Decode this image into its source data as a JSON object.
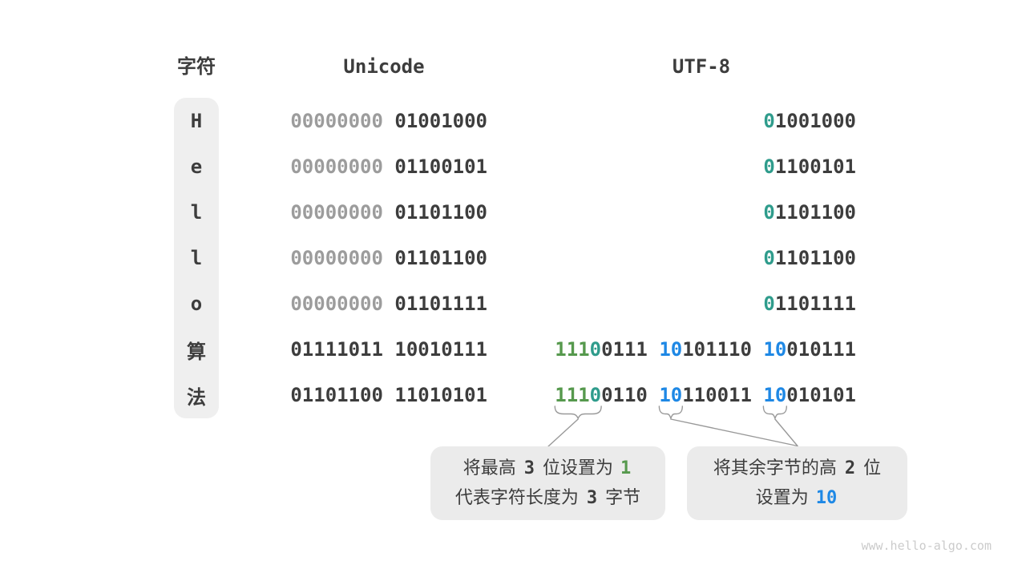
{
  "page": {
    "watermark": "www.hello-algo.com"
  },
  "colors": {
    "dark": "#3d3d3d",
    "gray": "#9c9c9c",
    "green": "#56994d",
    "teal": "#2f9c8c",
    "blue": "#1e88e5",
    "box_bg": "#ebebeb",
    "pill_bg": "#efefef",
    "connector": "#999999"
  },
  "header": {
    "char_label": "字符",
    "unicode_label": "Unicode",
    "utf8_label": "UTF-8"
  },
  "rows": [
    {
      "char": "H",
      "unicode": [
        {
          "text": "00000000 ",
          "color": "gray"
        },
        {
          "text": "01001000",
          "color": "dark"
        }
      ],
      "utf8": [
        {
          "text": "0",
          "color": "teal"
        },
        {
          "text": "1001000",
          "color": "dark"
        }
      ]
    },
    {
      "char": "e",
      "unicode": [
        {
          "text": "00000000 ",
          "color": "gray"
        },
        {
          "text": "01100101",
          "color": "dark"
        }
      ],
      "utf8": [
        {
          "text": "0",
          "color": "teal"
        },
        {
          "text": "1100101",
          "color": "dark"
        }
      ]
    },
    {
      "char": "l",
      "unicode": [
        {
          "text": "00000000 ",
          "color": "gray"
        },
        {
          "text": "01101100",
          "color": "dark"
        }
      ],
      "utf8": [
        {
          "text": "0",
          "color": "teal"
        },
        {
          "text": "1101100",
          "color": "dark"
        }
      ]
    },
    {
      "char": "l",
      "unicode": [
        {
          "text": "00000000 ",
          "color": "gray"
        },
        {
          "text": "01101100",
          "color": "dark"
        }
      ],
      "utf8": [
        {
          "text": "0",
          "color": "teal"
        },
        {
          "text": "1101100",
          "color": "dark"
        }
      ]
    },
    {
      "char": "o",
      "unicode": [
        {
          "text": "00000000 ",
          "color": "gray"
        },
        {
          "text": "01101111",
          "color": "dark"
        }
      ],
      "utf8": [
        {
          "text": "0",
          "color": "teal"
        },
        {
          "text": "1101111",
          "color": "dark"
        }
      ]
    },
    {
      "char": "算",
      "unicode": [
        {
          "text": "01111011 10010111",
          "color": "dark"
        }
      ],
      "utf8": [
        {
          "text": "111",
          "color": "green"
        },
        {
          "text": "0",
          "color": "teal"
        },
        {
          "text": "0111 ",
          "color": "dark"
        },
        {
          "text": "10",
          "color": "blue"
        },
        {
          "text": "101110 ",
          "color": "dark"
        },
        {
          "text": "10",
          "color": "blue"
        },
        {
          "text": "010111",
          "color": "dark"
        }
      ]
    },
    {
      "char": "法",
      "unicode": [
        {
          "text": "01101100 11010101",
          "color": "dark"
        }
      ],
      "utf8": [
        {
          "text": "111",
          "color": "green"
        },
        {
          "text": "0",
          "color": "teal"
        },
        {
          "text": "0110 ",
          "color": "dark"
        },
        {
          "text": "10",
          "color": "blue"
        },
        {
          "text": "110011 ",
          "color": "dark"
        },
        {
          "text": "10",
          "color": "blue"
        },
        {
          "text": "010101",
          "color": "dark"
        }
      ]
    }
  ],
  "callouts": [
    {
      "name": "leading-byte-note",
      "lines": [
        [
          {
            "text": "将最高 "
          },
          {
            "text": "3",
            "style": "num"
          },
          {
            "text": " 位设置为 "
          },
          {
            "text": "1",
            "style": "green"
          }
        ],
        [
          {
            "text": "代表字符长度为 "
          },
          {
            "text": "3",
            "style": "num"
          },
          {
            "text": " 字节"
          }
        ]
      ]
    },
    {
      "name": "continuation-byte-note",
      "lines": [
        [
          {
            "text": "将其余字节的高 "
          },
          {
            "text": "2",
            "style": "num"
          },
          {
            "text": " 位"
          }
        ],
        [
          {
            "text": "设置为 "
          },
          {
            "text": "10",
            "style": "blue"
          }
        ]
      ]
    }
  ]
}
